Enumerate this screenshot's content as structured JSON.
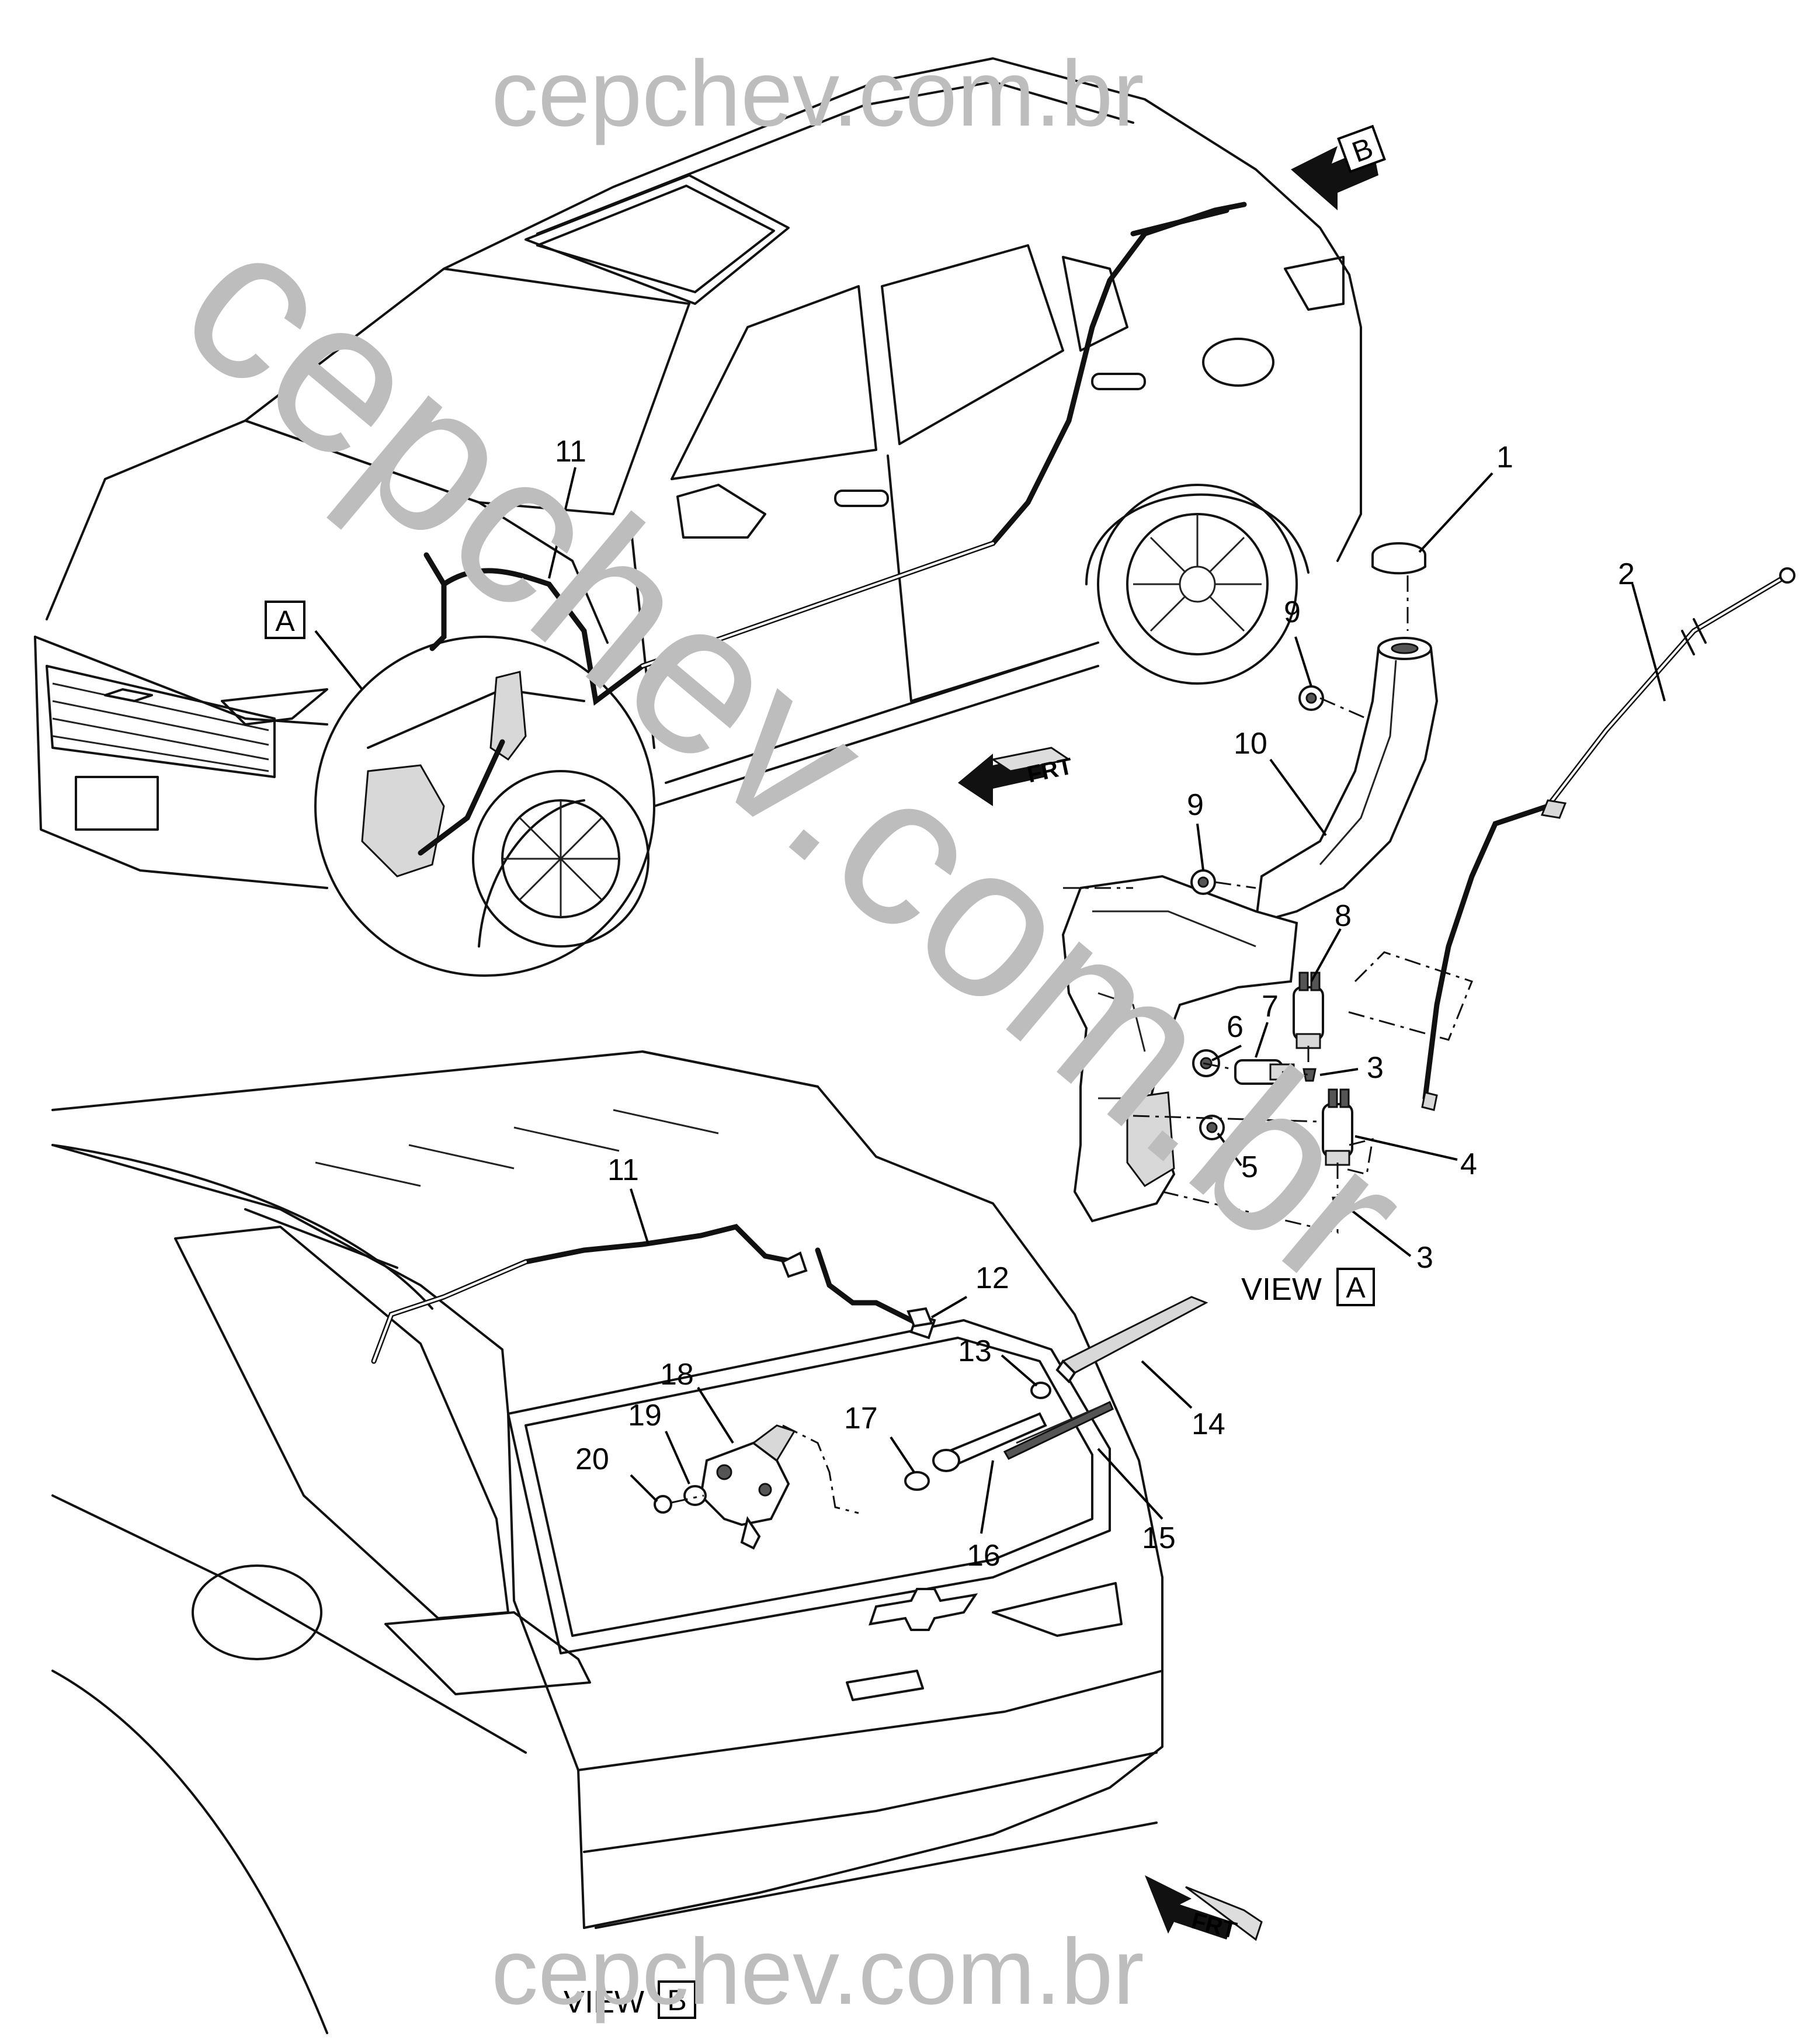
{
  "watermark": {
    "top": "cepchev.com.br",
    "diagonal": "cepchev.com.br",
    "bottom": "cepchev.com.br"
  },
  "views": {
    "a_label": "VIEW",
    "a_letter": "A",
    "b_label": "VIEW",
    "b_letter": "B",
    "detail_marker_a": "A",
    "arrow_marker_b": "B"
  },
  "direction": {
    "front_arrow_label": "FRT",
    "rear_arrow_label": "FRT"
  },
  "callouts": {
    "c1": "1",
    "c2": "2",
    "c3a": "3",
    "c3b": "3",
    "c4": "4",
    "c5": "5",
    "c6": "6",
    "c7": "7",
    "c8": "8",
    "c9a": "9",
    "c9b": "9",
    "c10": "10",
    "c11a": "11",
    "c11b": "11",
    "c12": "12",
    "c13": "13",
    "c14": "14",
    "c15": "15",
    "c16": "16",
    "c17": "17",
    "c18": "18",
    "c19": "19",
    "c20": "20"
  },
  "colors": {
    "line": "#111111",
    "watermark": "#bdbdbd",
    "background": "#ffffff"
  }
}
